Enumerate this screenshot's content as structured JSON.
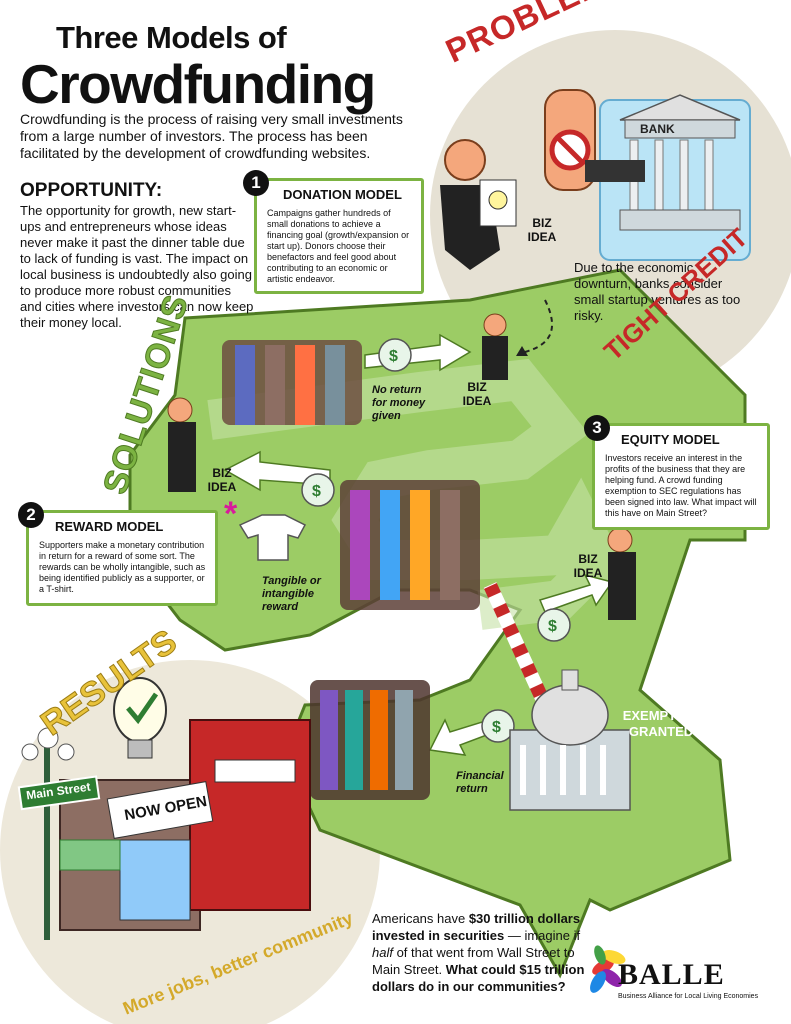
{
  "header": {
    "title_line1": "Three Models of",
    "title_line2": "Crowdfunding",
    "intro": "Crowdfunding is the process of raising very small investments from a large number of investors. The process has been facilitated by the development of crowdfunding websites."
  },
  "opportunity": {
    "heading": "OPPORTUNITY:",
    "text": "The opportunity for growth, new start-ups and entrepreneurs whose ideas never make it past the dinner table due to lack of funding is vast. The impact on local business is undoubtedly also going to produce more robust communities and cities where investors can now keep their money local."
  },
  "problem": {
    "heading": "PROBLEM",
    "bank_label": "BANK",
    "biz_idea": "BIZ IDEA",
    "description": "Due to the economic downturn, banks consider small startup ventures as too risky.",
    "tight_credit": "TIGHT CREDIT"
  },
  "sections": {
    "solutions": "SOLUTIONS",
    "results": "RESULTS",
    "results_tagline": "More jobs, better community"
  },
  "models": [
    {
      "number": "1",
      "title": "DONATION MODEL",
      "text": "Campaigns gather hundreds of small donations to achieve a financing goal (growth/expansion or start up). Donors choose their benefactors and feel good about contributing to an economic or artistic endeavor."
    },
    {
      "number": "2",
      "title": "REWARD MODEL",
      "text": "Supporters make a monetary contribution in return for a reward of some sort. The rewards can be wholly intangible, such as being identified publicly as a supporter, or a T-shirt."
    },
    {
      "number": "3",
      "title": "EQUITY MODEL",
      "text": "Investors receive an interest in the profits of the business that they are helping fund. A crowd funding exemption to SEC regulations has been signed into law. What impact will this have on Main Street?"
    }
  ],
  "flow_labels": {
    "biz_idea": "BIZ IDEA",
    "no_return": "No return for money given",
    "tangible": "Tangible or intangible reward",
    "exemption": "EXEMPTION GRANTED",
    "financial_return": "Financial return"
  },
  "street": {
    "sign": "Main Street",
    "now_open": "NOW OPEN"
  },
  "footer": {
    "americans_pre": "Americans have ",
    "americans_bold1": "$30 trillion dollars invested in securities",
    "americans_mid": " — imagine if ",
    "americans_italic": "half",
    "americans_mid2": " of that went from Wall Street to Main Street. ",
    "americans_bold2": "What could $15 trillion dollars do in our communities?",
    "logo": "BALLE",
    "logo_sub": "Business Alliance for Local Living Economies"
  },
  "colors": {
    "green": "#7cb342",
    "red": "#c62828",
    "gold": "#e8c23a"
  }
}
